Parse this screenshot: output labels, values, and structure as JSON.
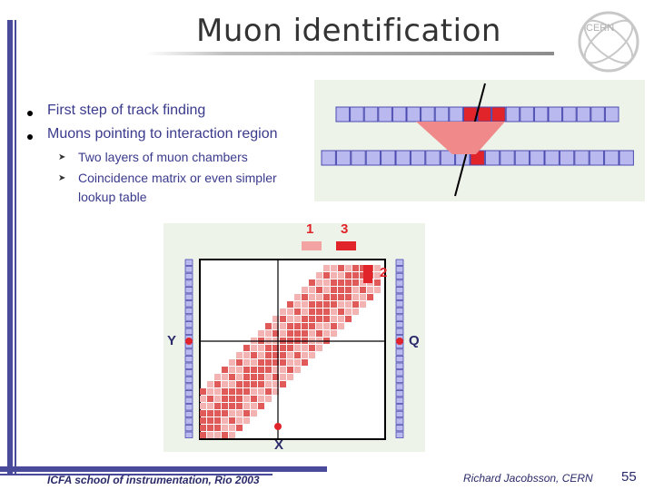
{
  "slide": {
    "title": "Muon identification",
    "logo_text": "CERN",
    "bullets": [
      "First step of track finding",
      "Muons pointing to interaction region"
    ],
    "sub_bullets": [
      "Two layers of muon chambers",
      "Coincidence matrix or even simpler lookup table"
    ],
    "sub_bullet_lines": [
      "Two layers of muon chambers",
      "Coincidence matrix or even simpler",
      "lookup table"
    ],
    "footer_left": "ICFA school of instrumentation, Rio 2003",
    "footer_right": "Richard Jacobsson, CERN",
    "page_number": "55"
  },
  "matrix_diagram": {
    "label_1": "1",
    "label_2": "2",
    "label_3": "3",
    "label_y": "Y",
    "label_q": "Q",
    "label_x": "X"
  },
  "colors": {
    "accent": "#3a3a8c",
    "chamber_fill": "#b9b9f0",
    "hit_red": "#e0242a",
    "cone_pink": "#f08a8a",
    "matrix_light": "#f4b3b3",
    "matrix_dark": "#e05a5a"
  }
}
